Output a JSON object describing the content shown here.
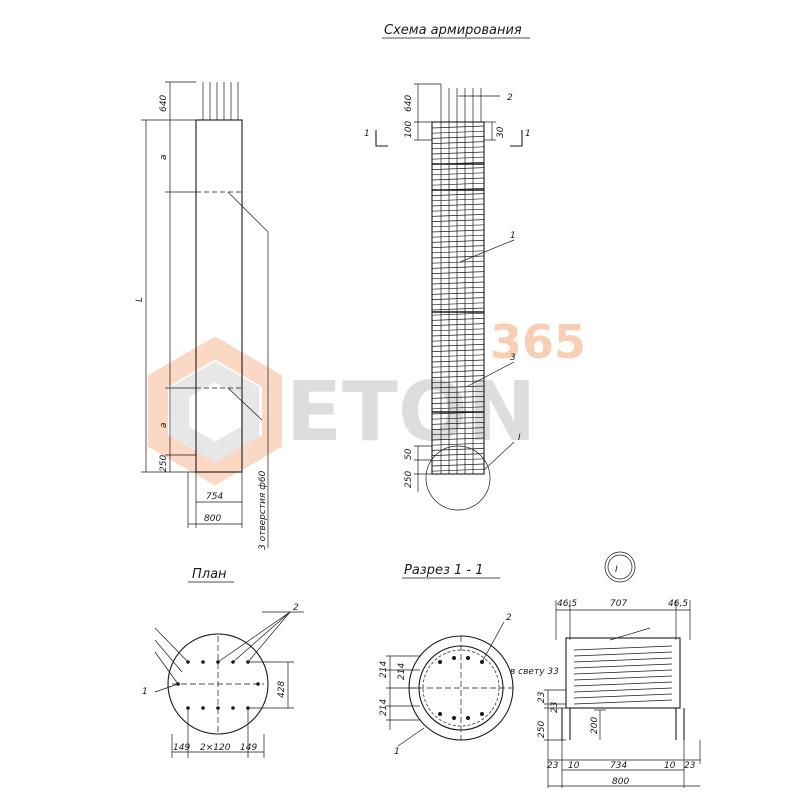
{
  "titles": {
    "scheme": "Схема армирования",
    "plan": "План",
    "section": "Разрез 1 - 1",
    "detail_mark": "I"
  },
  "elevation": {
    "dim_640": "640",
    "dim_a_top": "a",
    "dim_L": "L",
    "dim_a_bottom": "a",
    "dim_250": "250",
    "dim_754": "754",
    "dim_800": "800",
    "hole_note": "3 отверстия ф60"
  },
  "scheme": {
    "dim_640": "640",
    "dim_100": "100",
    "dim_30": "30",
    "dim_50": "50",
    "dim_250": "250",
    "pos_1": "1",
    "pos_2": "2",
    "pos_3": "3",
    "section_mark_left": "1",
    "section_mark_right": "1",
    "detail_mark": "I"
  },
  "plan": {
    "pos_1": "1",
    "pos_2": "2",
    "dim_428": "428",
    "dim_149_left": "149",
    "dim_2x120": "2×120",
    "dim_149_right": "149"
  },
  "section": {
    "pos_1": "1",
    "pos_2": "2",
    "dim_214_top": "214",
    "dim_214_mid": "214",
    "dim_214_bottom": "214"
  },
  "detail": {
    "dim_46_5_left": "46,5",
    "dim_707": "707",
    "dim_46_5_right": "46,5",
    "clear_label": "в свету 33",
    "dim_23_top": "23",
    "dim_23_mid": "23",
    "dim_250": "250",
    "dim_200": "200",
    "dim_23_bl": "23",
    "dim_10_l": "10",
    "dim_734": "734",
    "dim_10_r": "10",
    "dim_23_br": "23",
    "dim_800": "800"
  },
  "watermark": {
    "word": "ETON",
    "number": "365"
  }
}
